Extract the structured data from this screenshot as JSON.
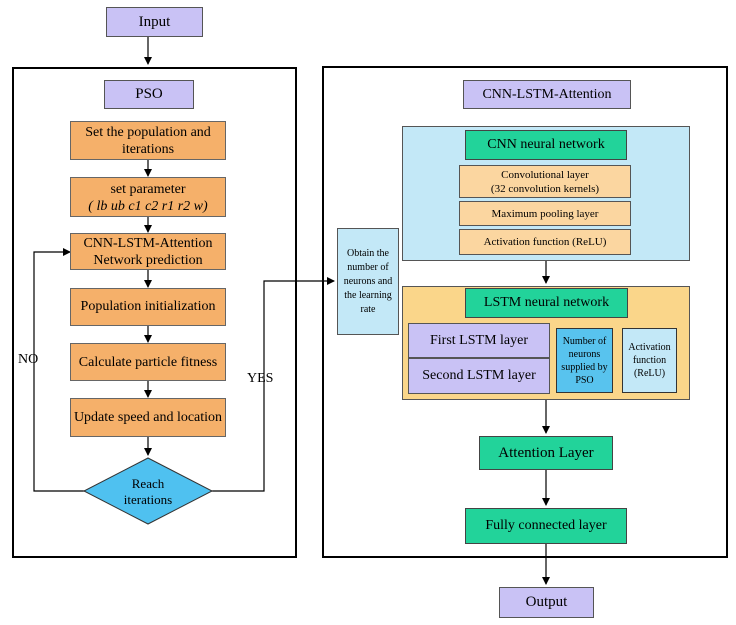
{
  "input": "Input",
  "output": "Output",
  "pso": {
    "title": "PSO",
    "set_population": "Set the population and iterations",
    "set_parameter": "set parameter",
    "parameter_list": "( lb ub c1 c2 r1 r2 w)",
    "network_prediction": "CNN-LSTM-Attention Network prediction",
    "population_init": "Population initialization",
    "fitness": "Calculate particle fitness",
    "update": "Update speed and location",
    "reach": "Reach iterations",
    "no_label": "NO",
    "yes_label": "YES"
  },
  "obtain_box": "Obtain the number of neurons and the learning rate",
  "model": {
    "title": "CNN-LSTM-Attention",
    "cnn": {
      "title": "CNN neural network",
      "conv_line1": "Convolutional layer",
      "conv_line2": "(32 convolution kernels)",
      "pool": "Maximum pooling layer",
      "activation": "Activation function (ReLU)"
    },
    "lstm": {
      "title": "LSTM neural network",
      "first": "First LSTM layer",
      "second": "Second LSTM layer",
      "neurons": "Number of neurons supplied by PSO",
      "activation": "Activation function (ReLU)"
    },
    "attention": "Attention Layer",
    "fully_connected": "Fully connected layer"
  },
  "colors": {
    "purple": "#c9c2f5",
    "orange": "#f5b06a",
    "diamond": "#4fc1f0",
    "light_blue": "#c3e8f7",
    "yellow": "#fad68a",
    "green": "#22d39a",
    "peach": "#fbd6a0",
    "neuron_blue": "#58c3ee"
  }
}
